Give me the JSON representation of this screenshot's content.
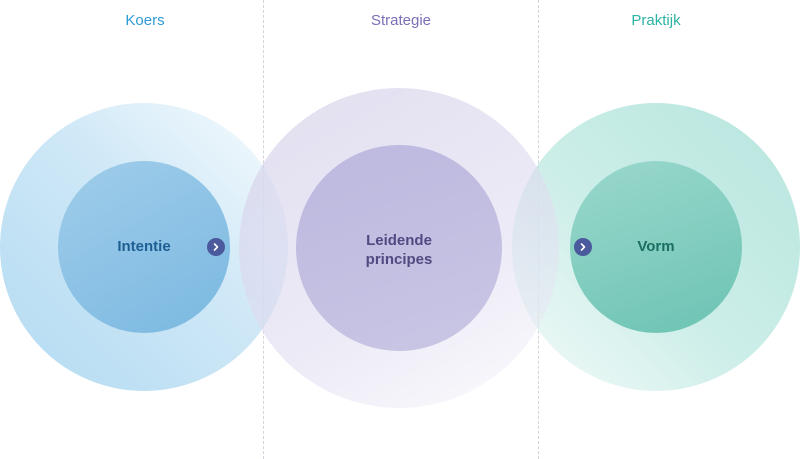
{
  "columns": {
    "left_title": "Koers",
    "middle_title": "Strategie",
    "right_title": "Praktijk"
  },
  "circles": {
    "left_label": "Intentie",
    "middle_label_line1": "Leidende",
    "middle_label_line2": "principes",
    "right_label": "Vorm"
  },
  "colors": {
    "koers": "#2e9bd6",
    "strategie": "#7a6fb8",
    "praktijk": "#2bb3a3",
    "arrow": "#4a5a9c"
  },
  "icons": {
    "arrow_1": "chevron-right-icon",
    "arrow_2": "chevron-right-icon"
  }
}
